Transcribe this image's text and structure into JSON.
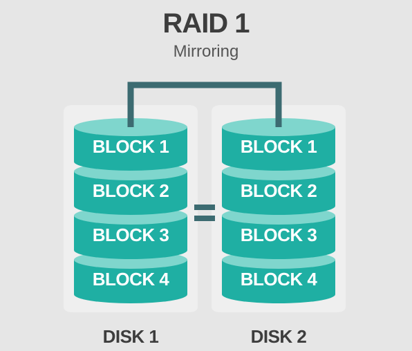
{
  "title": "RAID 1",
  "subtitle": "Mirroring",
  "equals_symbol": "=",
  "colors": {
    "background": "#e6e6e6",
    "disk_body": "#efefef",
    "block_side": "#1fafa3",
    "block_top": "#7fd6cd",
    "connector": "#3c6b71",
    "text_dark": "#3d3d3d",
    "block_text": "#ffffff"
  },
  "disks": [
    {
      "label": "DISK 1",
      "blocks": [
        "BLOCK 1",
        "BLOCK 2",
        "BLOCK 3",
        "BLOCK 4"
      ]
    },
    {
      "label": "DISK 2",
      "blocks": [
        "BLOCK 1",
        "BLOCK 2",
        "BLOCK 3",
        "BLOCK 4"
      ]
    }
  ]
}
